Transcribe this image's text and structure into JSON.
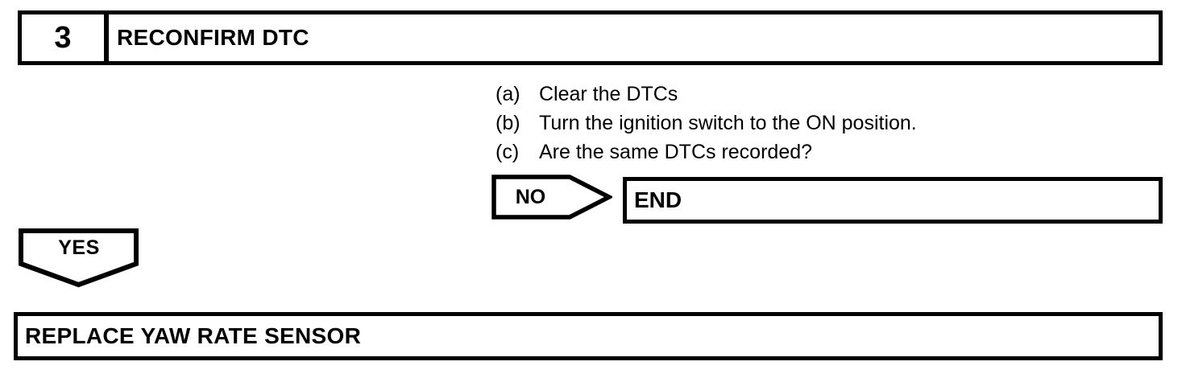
{
  "colors": {
    "line": "#000000",
    "background": "#ffffff"
  },
  "step_header": {
    "number": "3",
    "title": "RECONFIRM DTC"
  },
  "instructions": [
    {
      "marker": "(a)",
      "text": "Clear the DTCs"
    },
    {
      "marker": "(b)",
      "text": "Turn the ignition switch to the ON position."
    },
    {
      "marker": "(c)",
      "text": "Are the same DTCs recorded?"
    }
  ],
  "no_branch": {
    "label": "NO",
    "result": "END"
  },
  "yes_branch": {
    "label": "YES"
  },
  "action": {
    "title": "REPLACE YAW RATE SENSOR"
  }
}
